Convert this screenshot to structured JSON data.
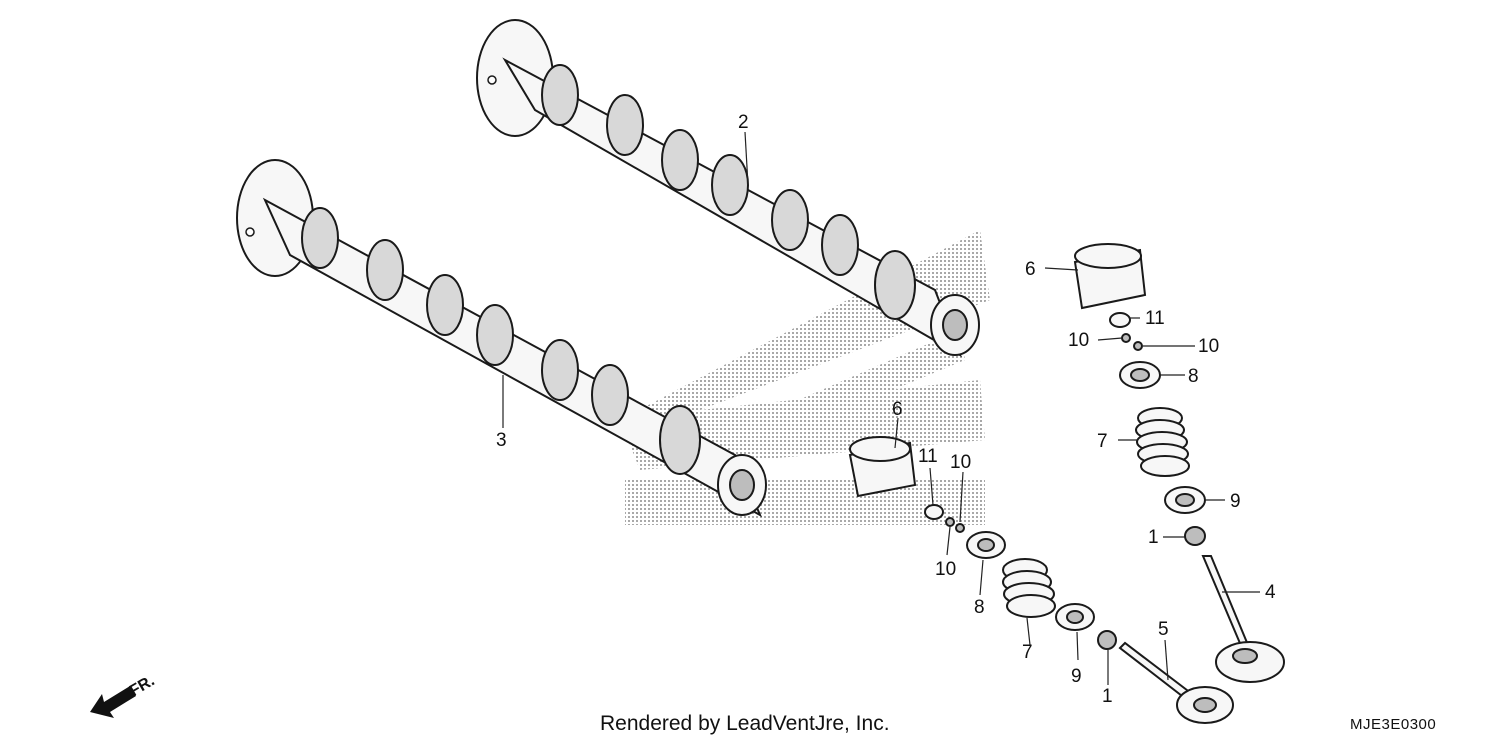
{
  "callouts": {
    "camshaft_exhaust": "2",
    "camshaft_intake": "3",
    "tappet_right": "6",
    "tappet_left": "6",
    "shim_right": "11",
    "shim_left": "11",
    "cotter_right_a": "10",
    "cotter_right_b": "10",
    "cotter_left_a": "10",
    "cotter_left_b": "10",
    "retainer_right": "8",
    "retainer_left": "8",
    "spring_right": "7",
    "spring_left": "7",
    "seat_right": "9",
    "seat_left": "9",
    "seal_right": "1",
    "seal_left": "1",
    "valve_right": "4",
    "valve_left": "5"
  },
  "front_marker": "FR.",
  "credit": "Rendered by LeadVentJre, Inc.",
  "diagram_code": "MJE3E0300"
}
